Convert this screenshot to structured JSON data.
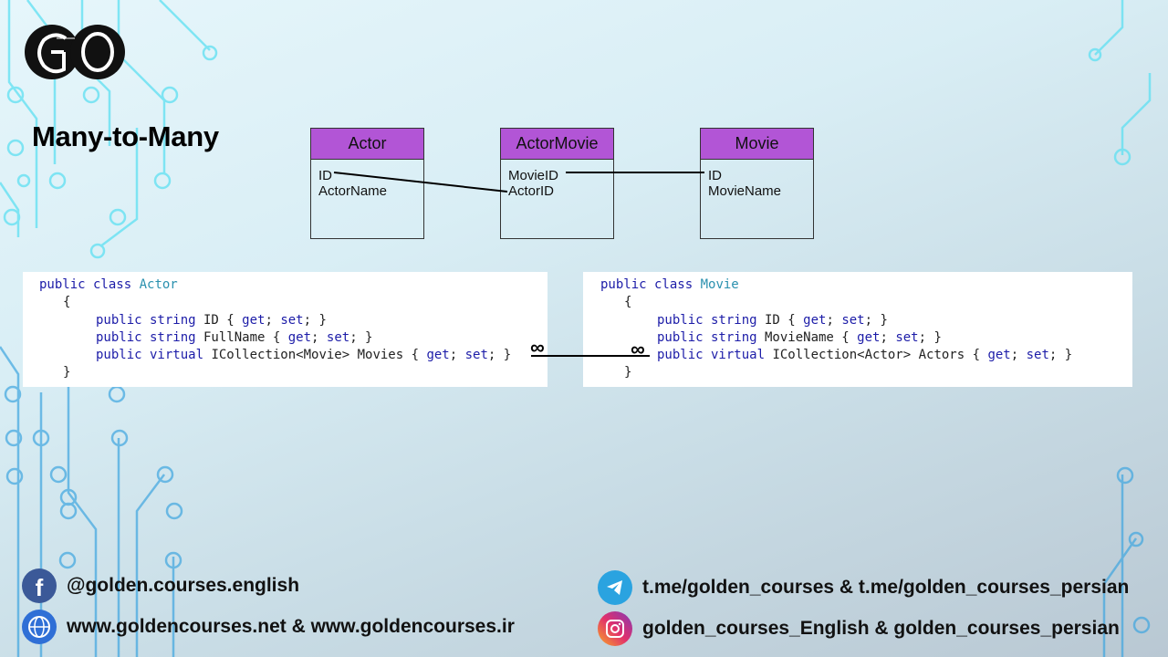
{
  "logo": {
    "icon": "golden-courses-logo"
  },
  "title": "Many-to-Many",
  "entities": [
    {
      "name": "Actor",
      "fields": [
        "ID",
        "ActorName"
      ]
    },
    {
      "name": "ActorMovie",
      "fields": [
        "MovieID",
        "ActorID"
      ]
    },
    {
      "name": "Movie",
      "fields": [
        "ID",
        "MovieName"
      ]
    }
  ],
  "code_actor": {
    "class_kw": "public class",
    "class_name": "Actor",
    "open_brace": "{",
    "close_brace": "}",
    "props": [
      {
        "mods": "public string",
        "rest": " ID { ",
        "get": "get",
        "mid": "; ",
        "set": "set",
        "end": "; }"
      },
      {
        "mods": "public string",
        "rest": " FullName { ",
        "get": "get",
        "mid": "; ",
        "set": "set",
        "end": "; }"
      },
      {
        "mods": "public virtual",
        "rest": " ICollection<Movie> Movies { ",
        "get": "get",
        "mid": "; ",
        "set": "set",
        "end": "; }"
      }
    ]
  },
  "code_movie": {
    "class_kw": "public class",
    "class_name": "Movie",
    "open_brace": "{",
    "close_brace": "}",
    "props": [
      {
        "mods": "public string",
        "rest": " ID { ",
        "get": "get",
        "mid": "; ",
        "set": "set",
        "end": "; }"
      },
      {
        "mods": "public string",
        "rest": " MovieName { ",
        "get": "get",
        "mid": "; ",
        "set": "set",
        "end": "; }"
      },
      {
        "mods": "public virtual",
        "rest": " ICollection<Actor> Actors { ",
        "get": "get",
        "mid": "; ",
        "set": "set",
        "end": "; }"
      }
    ]
  },
  "relationship": {
    "left_symbol": "∞",
    "right_symbol": "∞"
  },
  "social": {
    "facebook": "@golden.courses.english",
    "website": "www.goldencourses.net & www.goldencourses.ir",
    "telegram": "t.me/golden_courses & t.me/golden_courses_persian",
    "instagram": "golden_courses_English & golden_courses_persian"
  },
  "colors": {
    "entity_header": "#b255d6",
    "keyword": "#1c1ca8",
    "class_name": "#2b91af",
    "facebook": "#3b5998",
    "telegram": "#2aa3e0"
  }
}
